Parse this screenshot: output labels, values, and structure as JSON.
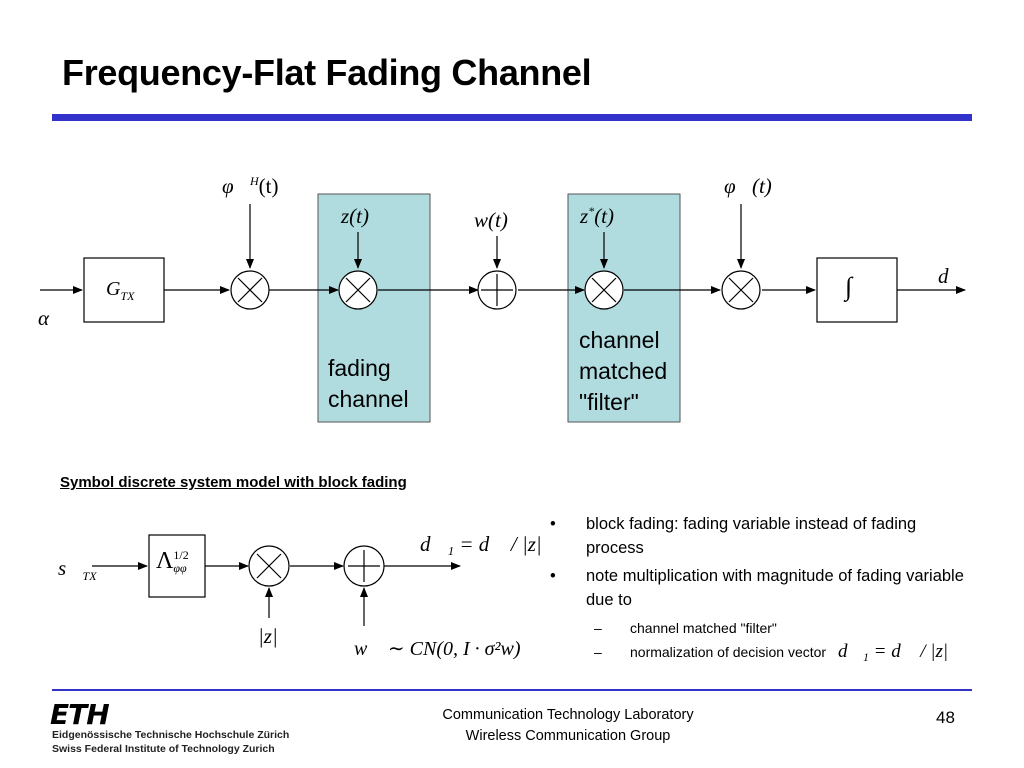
{
  "slide": {
    "title": "Frequency-Flat Fading Channel",
    "colors": {
      "accent_rule": "#3333cc",
      "highlight_box": "#b0dce0",
      "text": "#000000"
    },
    "top_diagram": {
      "input": "α⃗",
      "tx_block": "G",
      "tx_sub": "TX",
      "phi_h": "φ⃗",
      "phi_h_sup": "H",
      "phi_h_arg": "(t)",
      "z": "z(t)",
      "w": "w(t)",
      "z_conj": "z",
      "z_conj_sup": "*",
      "z_conj_arg": "(t)",
      "phi": "φ⃗(t)",
      "integrator": "∫",
      "output": "d⃗",
      "fading_label_1": "fading",
      "fading_label_2": "channel",
      "mf_label_1": "channel",
      "mf_label_2": "matched",
      "mf_label_3": "\"filter\"",
      "multiplier_icon": "×",
      "adder_icon": "+"
    },
    "subtitle": "Symbol discrete system model with block fading",
    "bottom_diagram": {
      "input": "s⃗",
      "input_sub": "TX",
      "lambda_block": "Λ",
      "lambda_sup": "1/2",
      "lambda_sub": "φφ",
      "mag_z": "|z|",
      "output_eq": "d⃗₁ = d⃗ / |z|",
      "noise_eq": "w⃗ ∼ CN(0, I · σ²w)"
    },
    "bullets": [
      {
        "text": "block fading: fading variable instead of fading process"
      },
      {
        "text": "note multiplication with magnitude of fading variable due to",
        "sub": [
          {
            "text": "channel matched \"filter\""
          },
          {
            "text": "normalization of decision vector",
            "eq": "d⃗₁ = d⃗ / |z|"
          }
        ]
      }
    ],
    "footer": {
      "logo": "ETH",
      "institution_1": "Eidgenössische Technische Hochschule Zürich",
      "institution_2": "Swiss Federal Institute of Technology Zurich",
      "center_1": "Communication Technology Laboratory",
      "center_2": "Wireless Communication Group",
      "page": "48"
    }
  }
}
